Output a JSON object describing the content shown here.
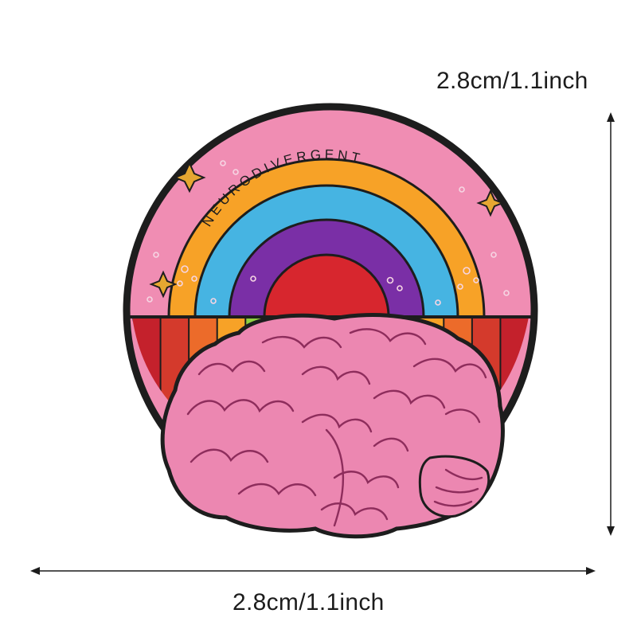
{
  "pin": {
    "text": "NEURODIVERGENT",
    "colors": {
      "outline": "#1d1d1d",
      "pink": "#f08db3",
      "orange": "#f7a227",
      "blue": "#46b4e2",
      "purple": "#7a2fa6",
      "red": "#d7262e",
      "brain_pink": "#ec87b1",
      "gold": "#e6a731"
    },
    "stripes": [
      "#c4212c",
      "#d43a2c",
      "#ec6b2a",
      "#f7a227",
      "#8fd142",
      "#47b6e2",
      "#2e6bc3"
    ]
  },
  "dimensions": {
    "height_label": "2.8cm/1.1inch",
    "width_label": "2.8cm/1.1inch"
  }
}
